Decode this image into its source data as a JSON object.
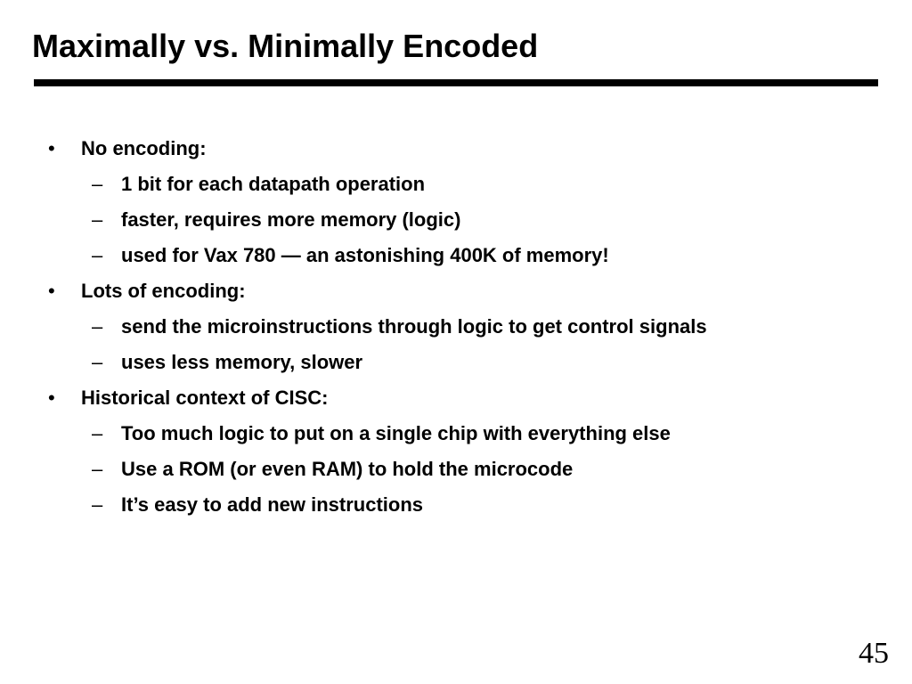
{
  "slide": {
    "title": "Maximally vs. Minimally Encoded",
    "page_number": "45",
    "bullet_marker": "•",
    "dash_marker": "–",
    "items": [
      {
        "text": "No encoding:",
        "subitems": [
          "1 bit for each datapath operation",
          "faster, requires more memory (logic)",
          "used for Vax 780 — an astonishing 400K of memory!"
        ]
      },
      {
        "text": "Lots of encoding:",
        "subitems": [
          "send the microinstructions through logic to get control signals",
          "uses less memory, slower"
        ]
      },
      {
        "text": "Historical context of CISC:",
        "subitems": [
          "Too much logic to put on a single chip with everything else",
          "Use a ROM (or even RAM) to hold the microcode",
          "It’s easy to add new instructions"
        ]
      }
    ]
  }
}
